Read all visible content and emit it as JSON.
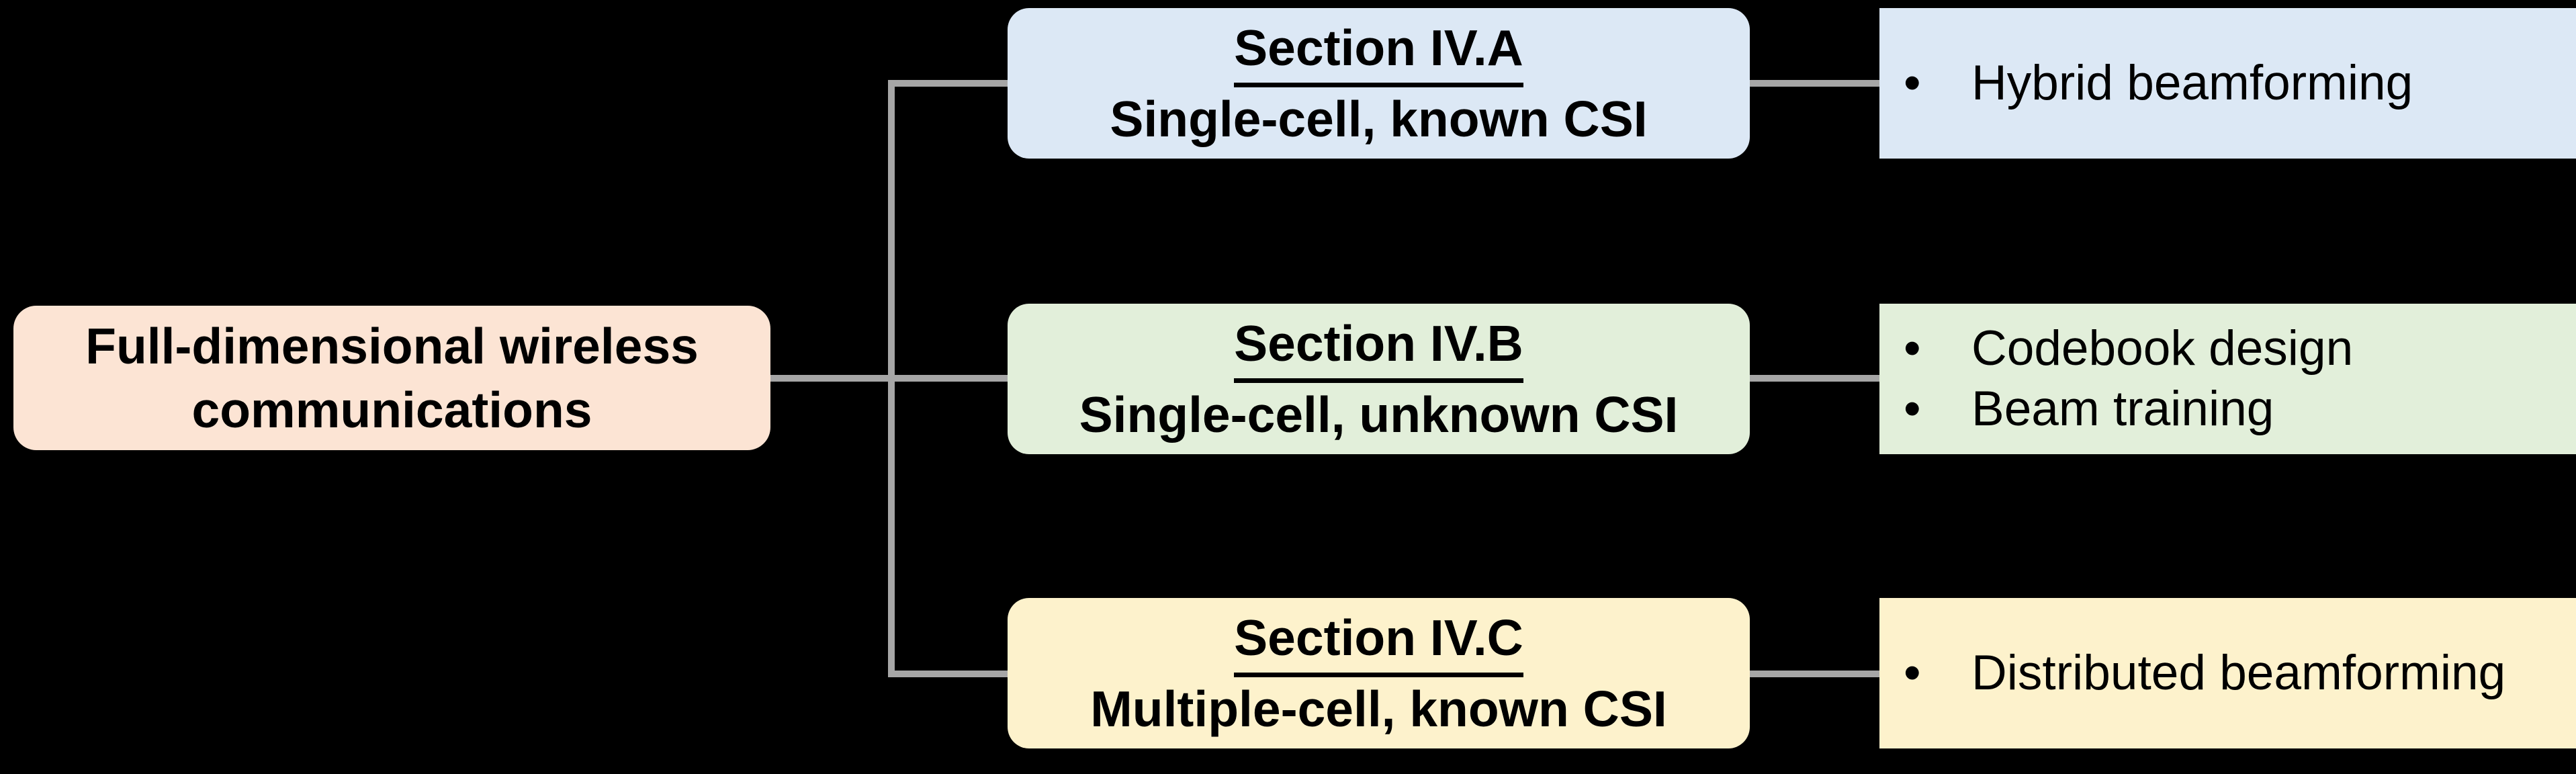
{
  "background_color": "#000000",
  "connector_color": "#a6a6a6",
  "bullet_char": "•",
  "root": {
    "lines": [
      "Full-dimensional wireless",
      "communications"
    ],
    "color": "#fce4d4"
  },
  "sections": [
    {
      "title": "Section IV.A",
      "subtitle": "Single-cell, known CSI",
      "color": "#dce8f5",
      "items": [
        "Hybrid beamforming"
      ]
    },
    {
      "title": "Section IV.B",
      "subtitle": "Single-cell, unknown CSI",
      "color": "#e2efda",
      "items": [
        "Codebook design",
        "Beam training"
      ]
    },
    {
      "title": "Section IV.C",
      "subtitle": "Multiple-cell, known CSI",
      "color": "#fdf2cc",
      "items": [
        "Distributed beamforming"
      ]
    }
  ]
}
